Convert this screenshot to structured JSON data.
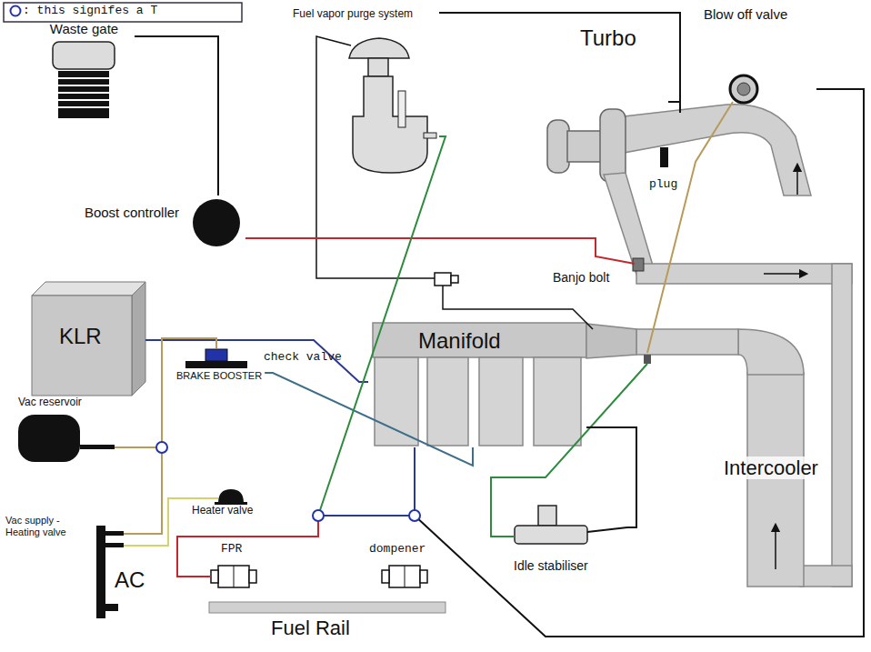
{
  "diagram": {
    "nodes": [
      {
        "text": [
          "Waste gate"
        ]
      },
      {
        "text": [
          "Fuel vapor purge system"
        ]
      },
      {
        "text": [
          "Turbo"
        ]
      },
      {
        "text": [
          "Blow off valve"
        ]
      },
      {
        "text": [
          "Boost controller"
        ]
      },
      {
        "text": [
          "KLR"
        ]
      },
      {
        "text": [
          "Manifold"
        ]
      },
      {
        "text": [
          "BRAKE BOOSTER"
        ]
      },
      {
        "text": [
          "Vac reservoir"
        ]
      },
      {
        "text": [
          "Intercooler"
        ]
      },
      {
        "text": [
          "Heater valve"
        ]
      },
      {
        "text": [
          "Vac supply - Heating valve",
          "AC"
        ]
      },
      {
        "text": [
          "FPR"
        ]
      },
      {
        "text": [
          "dompener"
        ]
      },
      {
        "text": [
          "Idle stabiliser"
        ]
      },
      {
        "text": [
          "Fuel Rail"
        ]
      }
    ],
    "edges": [
      {
        "from": 4,
        "to": 0,
        "arrow": "none"
      },
      {
        "from": 4,
        "to": 2,
        "arrow": "none"
      },
      {
        "from": 1,
        "to": 2,
        "arrow": "none"
      },
      {
        "from": 5,
        "to": 6,
        "arrow": "none"
      },
      {
        "from": 11,
        "to": 7,
        "arrow": "none"
      },
      {
        "from": 11,
        "to": 8,
        "arrow": "none"
      },
      {
        "from": 11,
        "to": 10,
        "arrow": "none"
      },
      {
        "from": 7,
        "to": 6,
        "arrow": "none"
      },
      {
        "from": 6,
        "to": 12,
        "arrow": "none"
      },
      {
        "from": 6,
        "to": 1,
        "arrow": "none"
      },
      {
        "from": 6,
        "to": 3,
        "arrow": "none"
      },
      {
        "from": 14,
        "to": 6,
        "arrow": "none"
      }
    ],
    "labels": [
      "plug",
      "Banjo bolt",
      "check valve"
    ],
    "legend": [
      {
        "text": ": this signifes a T"
      }
    ]
  }
}
